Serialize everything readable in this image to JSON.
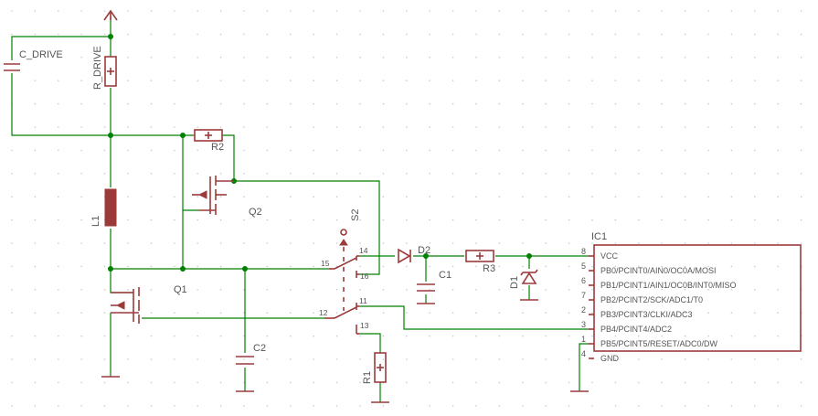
{
  "schematic": {
    "components": {
      "c_drive": "C_DRIVE",
      "r_drive": "R_DRIVE",
      "r2": "R2",
      "q2": "Q2",
      "l1": "L1",
      "q1": "Q1",
      "c2": "C2",
      "s2": "S2",
      "d2": "D2",
      "c1": "C1",
      "r3": "R3",
      "d1": "D1",
      "r1": "R1",
      "ic1": "IC1"
    },
    "switch_pins": {
      "p14": "14",
      "p15": "15",
      "p16": "16",
      "p11": "11",
      "p12": "12",
      "p13": "13"
    },
    "ic_pins": [
      {
        "num": "8",
        "name": "VCC"
      },
      {
        "num": "5",
        "name": "PB0/PCINT0/AIN0/OC0A/MOSI"
      },
      {
        "num": "6",
        "name": "PB1/PCINT1/AIN1/OC0B/INT0/MISO"
      },
      {
        "num": "7",
        "name": "PB2/PCINT2/SCK/ADC1/T0"
      },
      {
        "num": "2",
        "name": "PB3/PCINT3/CLKI/ADC3"
      },
      {
        "num": "3",
        "name": "PB4/PCINT4/ADC2"
      },
      {
        "num": "1",
        "name": "PB5/PCINT5/RESET/ADC0/DW"
      },
      {
        "num": "4",
        "name": "GND"
      }
    ]
  }
}
